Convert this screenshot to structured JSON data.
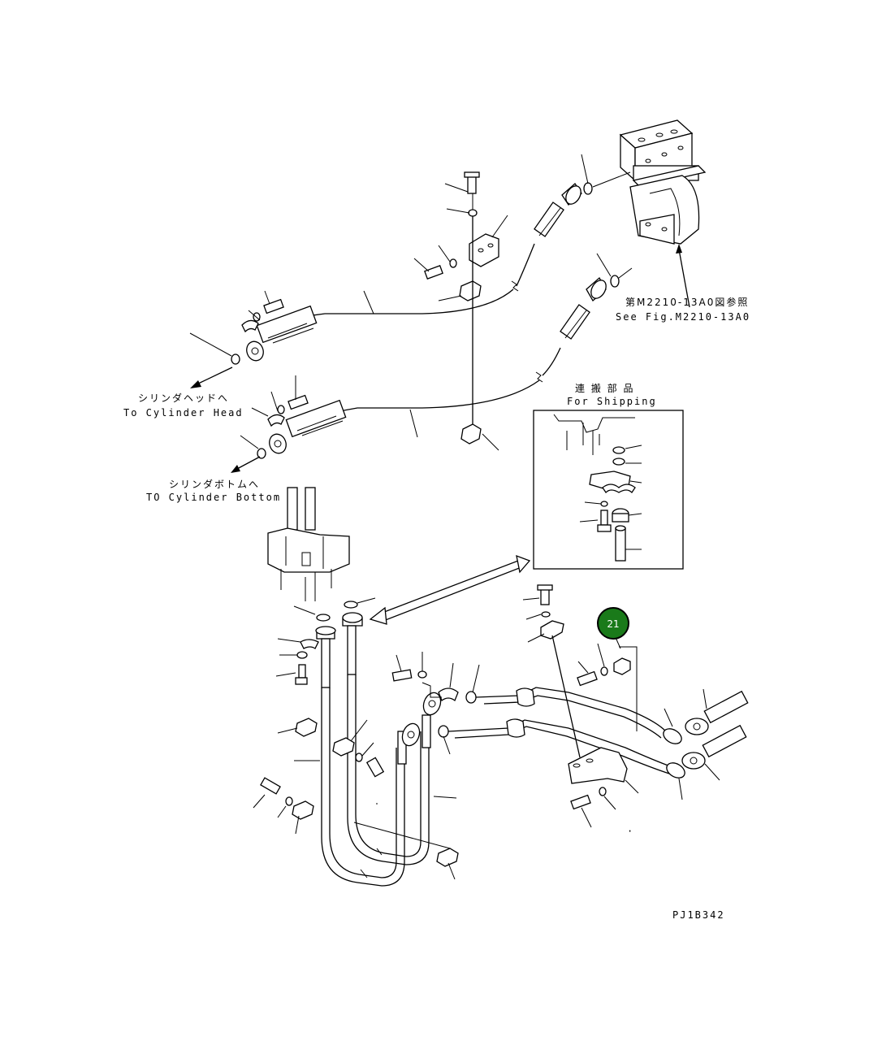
{
  "labels": {
    "ref_jp": "第M2210-13A0図参照",
    "ref_en": "See Fig.M2210-13A0",
    "head_jp": "シリンダヘッドへ",
    "head_en": "To Cylinder Head",
    "bottom_jp": "シリンダボトムへ",
    "bottom_en": "TO Cylinder Bottom",
    "shipping_jp": "連 搬 部 品",
    "shipping_en": "For Shipping",
    "drawing_no": "PJ1B342"
  },
  "badge": {
    "number": "21",
    "color": "#1a7a1a"
  },
  "colors": {
    "line": "#000000",
    "background": "#ffffff"
  }
}
